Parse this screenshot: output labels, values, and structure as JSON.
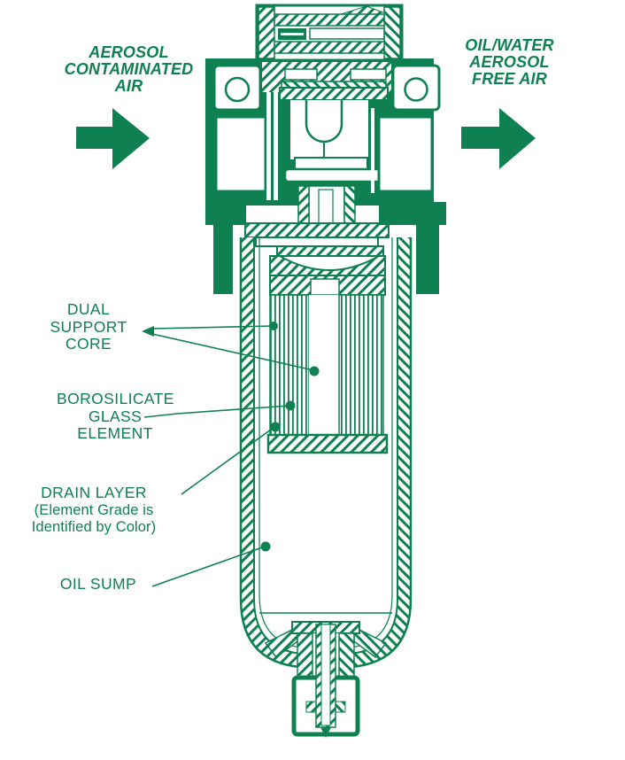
{
  "colors": {
    "diagram_green": "#0E8051",
    "background": "#FFFFFF"
  },
  "flow": {
    "inlet": {
      "line1": "AEROSOL",
      "line2": "CONTAMINATED",
      "line3": "AIR"
    },
    "outlet": {
      "line1": "OIL/WATER",
      "line2": "AEROSOL",
      "line3": "FREE AIR"
    }
  },
  "callouts": {
    "dual_support_core": {
      "line1": "DUAL",
      "line2": "SUPPORT",
      "line3": "CORE"
    },
    "borosilicate_glass_element": {
      "line1": "BOROSILICATE",
      "line2": "GLASS",
      "line3": "ELEMENT"
    },
    "drain_layer": {
      "line1": "DRAIN LAYER",
      "line2": "(Element Grade is",
      "line3": "Identified by Color)"
    },
    "oil_sump": {
      "line1": "OIL SUMP"
    }
  }
}
